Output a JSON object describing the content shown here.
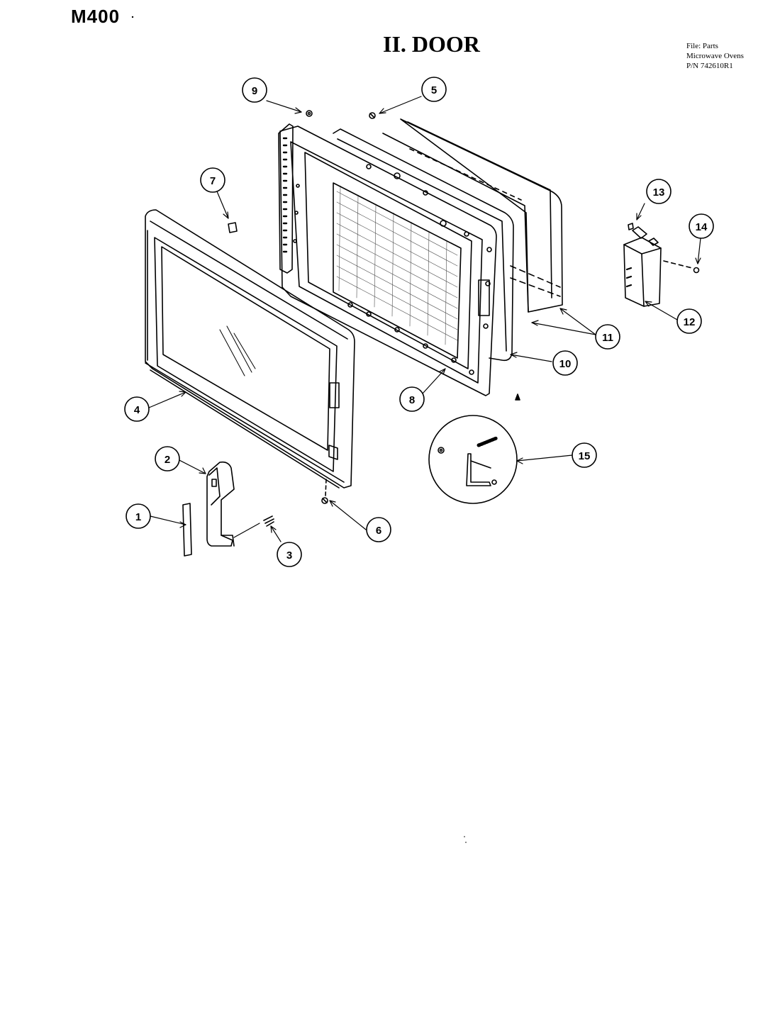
{
  "header": {
    "model": "M400",
    "title": "II. DOOR",
    "file_lines": [
      "File: Parts",
      "Microwave Ovens",
      "P/N 742610R1"
    ]
  },
  "callouts": [
    {
      "id": "callout-1",
      "number": "1"
    },
    {
      "id": "callout-2",
      "number": "2"
    },
    {
      "id": "callout-3",
      "number": "3"
    },
    {
      "id": "callout-4",
      "number": "4"
    },
    {
      "id": "callout-5",
      "number": "5"
    },
    {
      "id": "callout-6",
      "number": "6"
    },
    {
      "id": "callout-7",
      "number": "7"
    },
    {
      "id": "callout-8",
      "number": "8"
    },
    {
      "id": "callout-9",
      "number": "9"
    },
    {
      "id": "callout-10",
      "number": "10"
    },
    {
      "id": "callout-11",
      "number": "11"
    },
    {
      "id": "callout-12",
      "number": "12"
    },
    {
      "id": "callout-13",
      "number": "13"
    },
    {
      "id": "callout-14",
      "number": "14"
    },
    {
      "id": "callout-15",
      "number": "15"
    }
  ]
}
